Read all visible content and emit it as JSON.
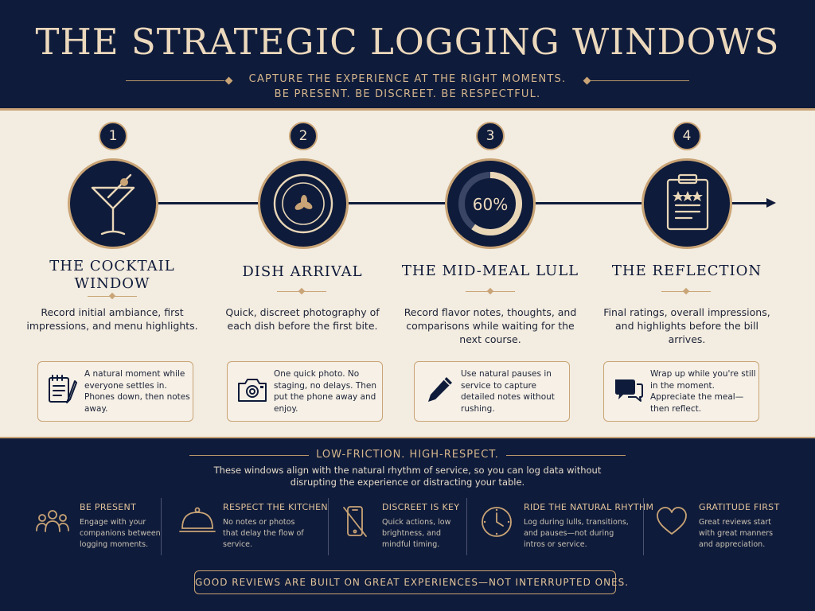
{
  "header": {
    "title": "THE STRATEGIC LOGGING WINDOWS",
    "subtitle_line1": "CAPTURE THE EXPERIENCE AT THE RIGHT MOMENTS.",
    "subtitle_line2": "BE PRESENT. BE DISCREET. BE RESPECTFUL."
  },
  "steps": [
    {
      "number": "1",
      "title_line1": "THE COCKTAIL",
      "title_line2": "WINDOW",
      "icon": "martini-glass-icon",
      "description": "Record initial ambiance, first impressions, and menu highlights.",
      "tip_icon": "notepad-pen-icon",
      "tip": "A natural moment while everyone settles in. Phones down, then notes away."
    },
    {
      "number": "2",
      "title_line1": "DISH ARRIVAL",
      "title_line2": "",
      "icon": "plate-icon",
      "description": "Quick, discreet photography of each dish before the first bite.",
      "tip_icon": "camera-icon",
      "tip": "One quick photo. No staging, no delays. Then put the phone away and enjoy."
    },
    {
      "number": "3",
      "title_line1": "THE MID-MEAL LULL",
      "title_line2": "",
      "icon": "progress-ring-icon",
      "progress_label": "60%",
      "progress": 0.6,
      "description": "Record flavor notes, thoughts, and comparisons while waiting for the next course.",
      "tip_icon": "pen-icon",
      "tip": "Use natural pauses in service to capture detailed notes without rushing."
    },
    {
      "number": "4",
      "title_line1": "THE REFLECTION",
      "title_line2": "",
      "icon": "clipboard-stars-icon",
      "description": "Final ratings, overall impressions, and highlights before the bill arrives.",
      "tip_icon": "chat-bubbles-icon",
      "tip": "Wrap up while you're still in the moment. Appreciate the meal—then reflect."
    }
  ],
  "bottom": {
    "heading": "LOW-FRICTION. HIGH-RESPECT.",
    "description": "These windows align with the natural rhythm of service, so you can log data without disrupting the experience or distracting your table.",
    "principles": [
      {
        "icon": "people-icon",
        "title": "BE PRESENT",
        "text": "Engage with your companions between logging moments."
      },
      {
        "icon": "cloche-icon",
        "title": "RESPECT THE KITCHEN",
        "text": "No notes or photos that delay the flow of service."
      },
      {
        "icon": "no-phone-icon",
        "title": "DISCREET IS KEY",
        "text": "Quick actions, low brightness, and mindful timing."
      },
      {
        "icon": "clock-icon",
        "title": "RIDE THE NATURAL RHYTHM",
        "text": "Log during lulls, transitions, and pauses—not during intros or service."
      },
      {
        "icon": "heart-icon",
        "title": "GRATITUDE FIRST",
        "text": "Great reviews start with great manners and appreciation."
      }
    ],
    "footer": "GOOD REVIEWS ARE BUILT ON GREAT EXPERIENCES—NOT INTERRUPTED ONES."
  },
  "colors": {
    "navy": "#0f1b3a",
    "gold": "#c9a476",
    "cream": "#f3ece0"
  }
}
